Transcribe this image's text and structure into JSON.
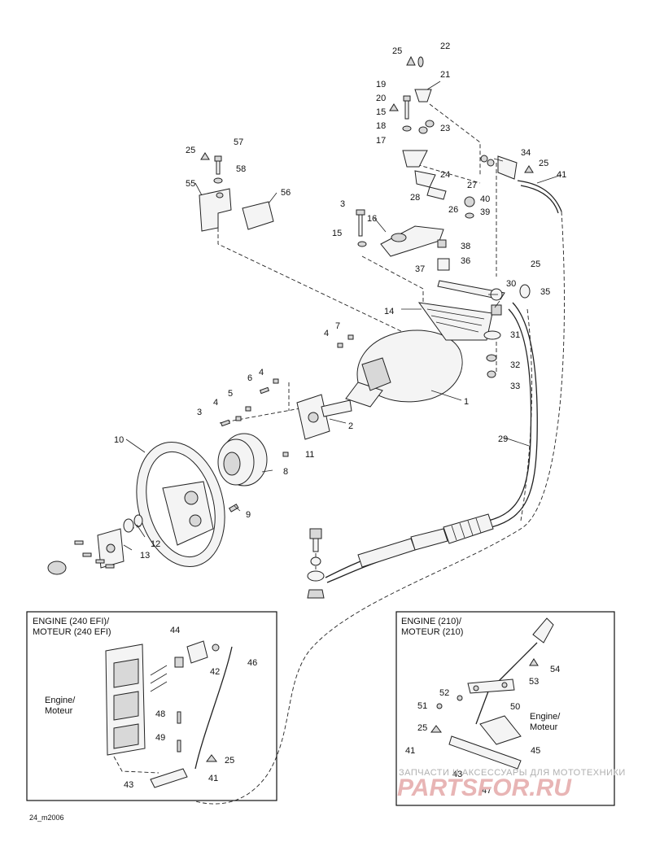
{
  "callouts": [
    "1",
    "2",
    "3",
    "4",
    "5",
    "6",
    "7",
    "8",
    "9",
    "10",
    "11",
    "12",
    "13",
    "14",
    "15",
    "16",
    "17",
    "18",
    "19",
    "20",
    "21",
    "22",
    "23",
    "24",
    "25",
    "26",
    "27",
    "28",
    "29",
    "30",
    "31",
    "32",
    "33",
    "34",
    "35",
    "36",
    "37",
    "38",
    "39",
    "40",
    "41",
    "42",
    "43",
    "44",
    "45",
    "46",
    "47",
    "48",
    "49",
    "50",
    "51",
    "52",
    "53",
    "54",
    "55",
    "56",
    "57",
    "58"
  ],
  "inset_left": {
    "title_line1": "ENGINE (240 EFI)/",
    "title_line2": "MOTEUR (240 EFI)",
    "engine_line1": "Engine/",
    "engine_line2": "Moteur"
  },
  "inset_right": {
    "title_line1": "ENGINE (210)/",
    "title_line2": "MOTEUR (210)",
    "engine_line1": "Engine/",
    "engine_line2": "Moteur"
  },
  "figure_code": "24_m2006",
  "watermark": {
    "line1": "ЗАПЧАСТИ И АКСЕССУАРЫ ДЛЯ МОТОТЕХНИКИ",
    "line2": "PARTSFOR.RU"
  }
}
